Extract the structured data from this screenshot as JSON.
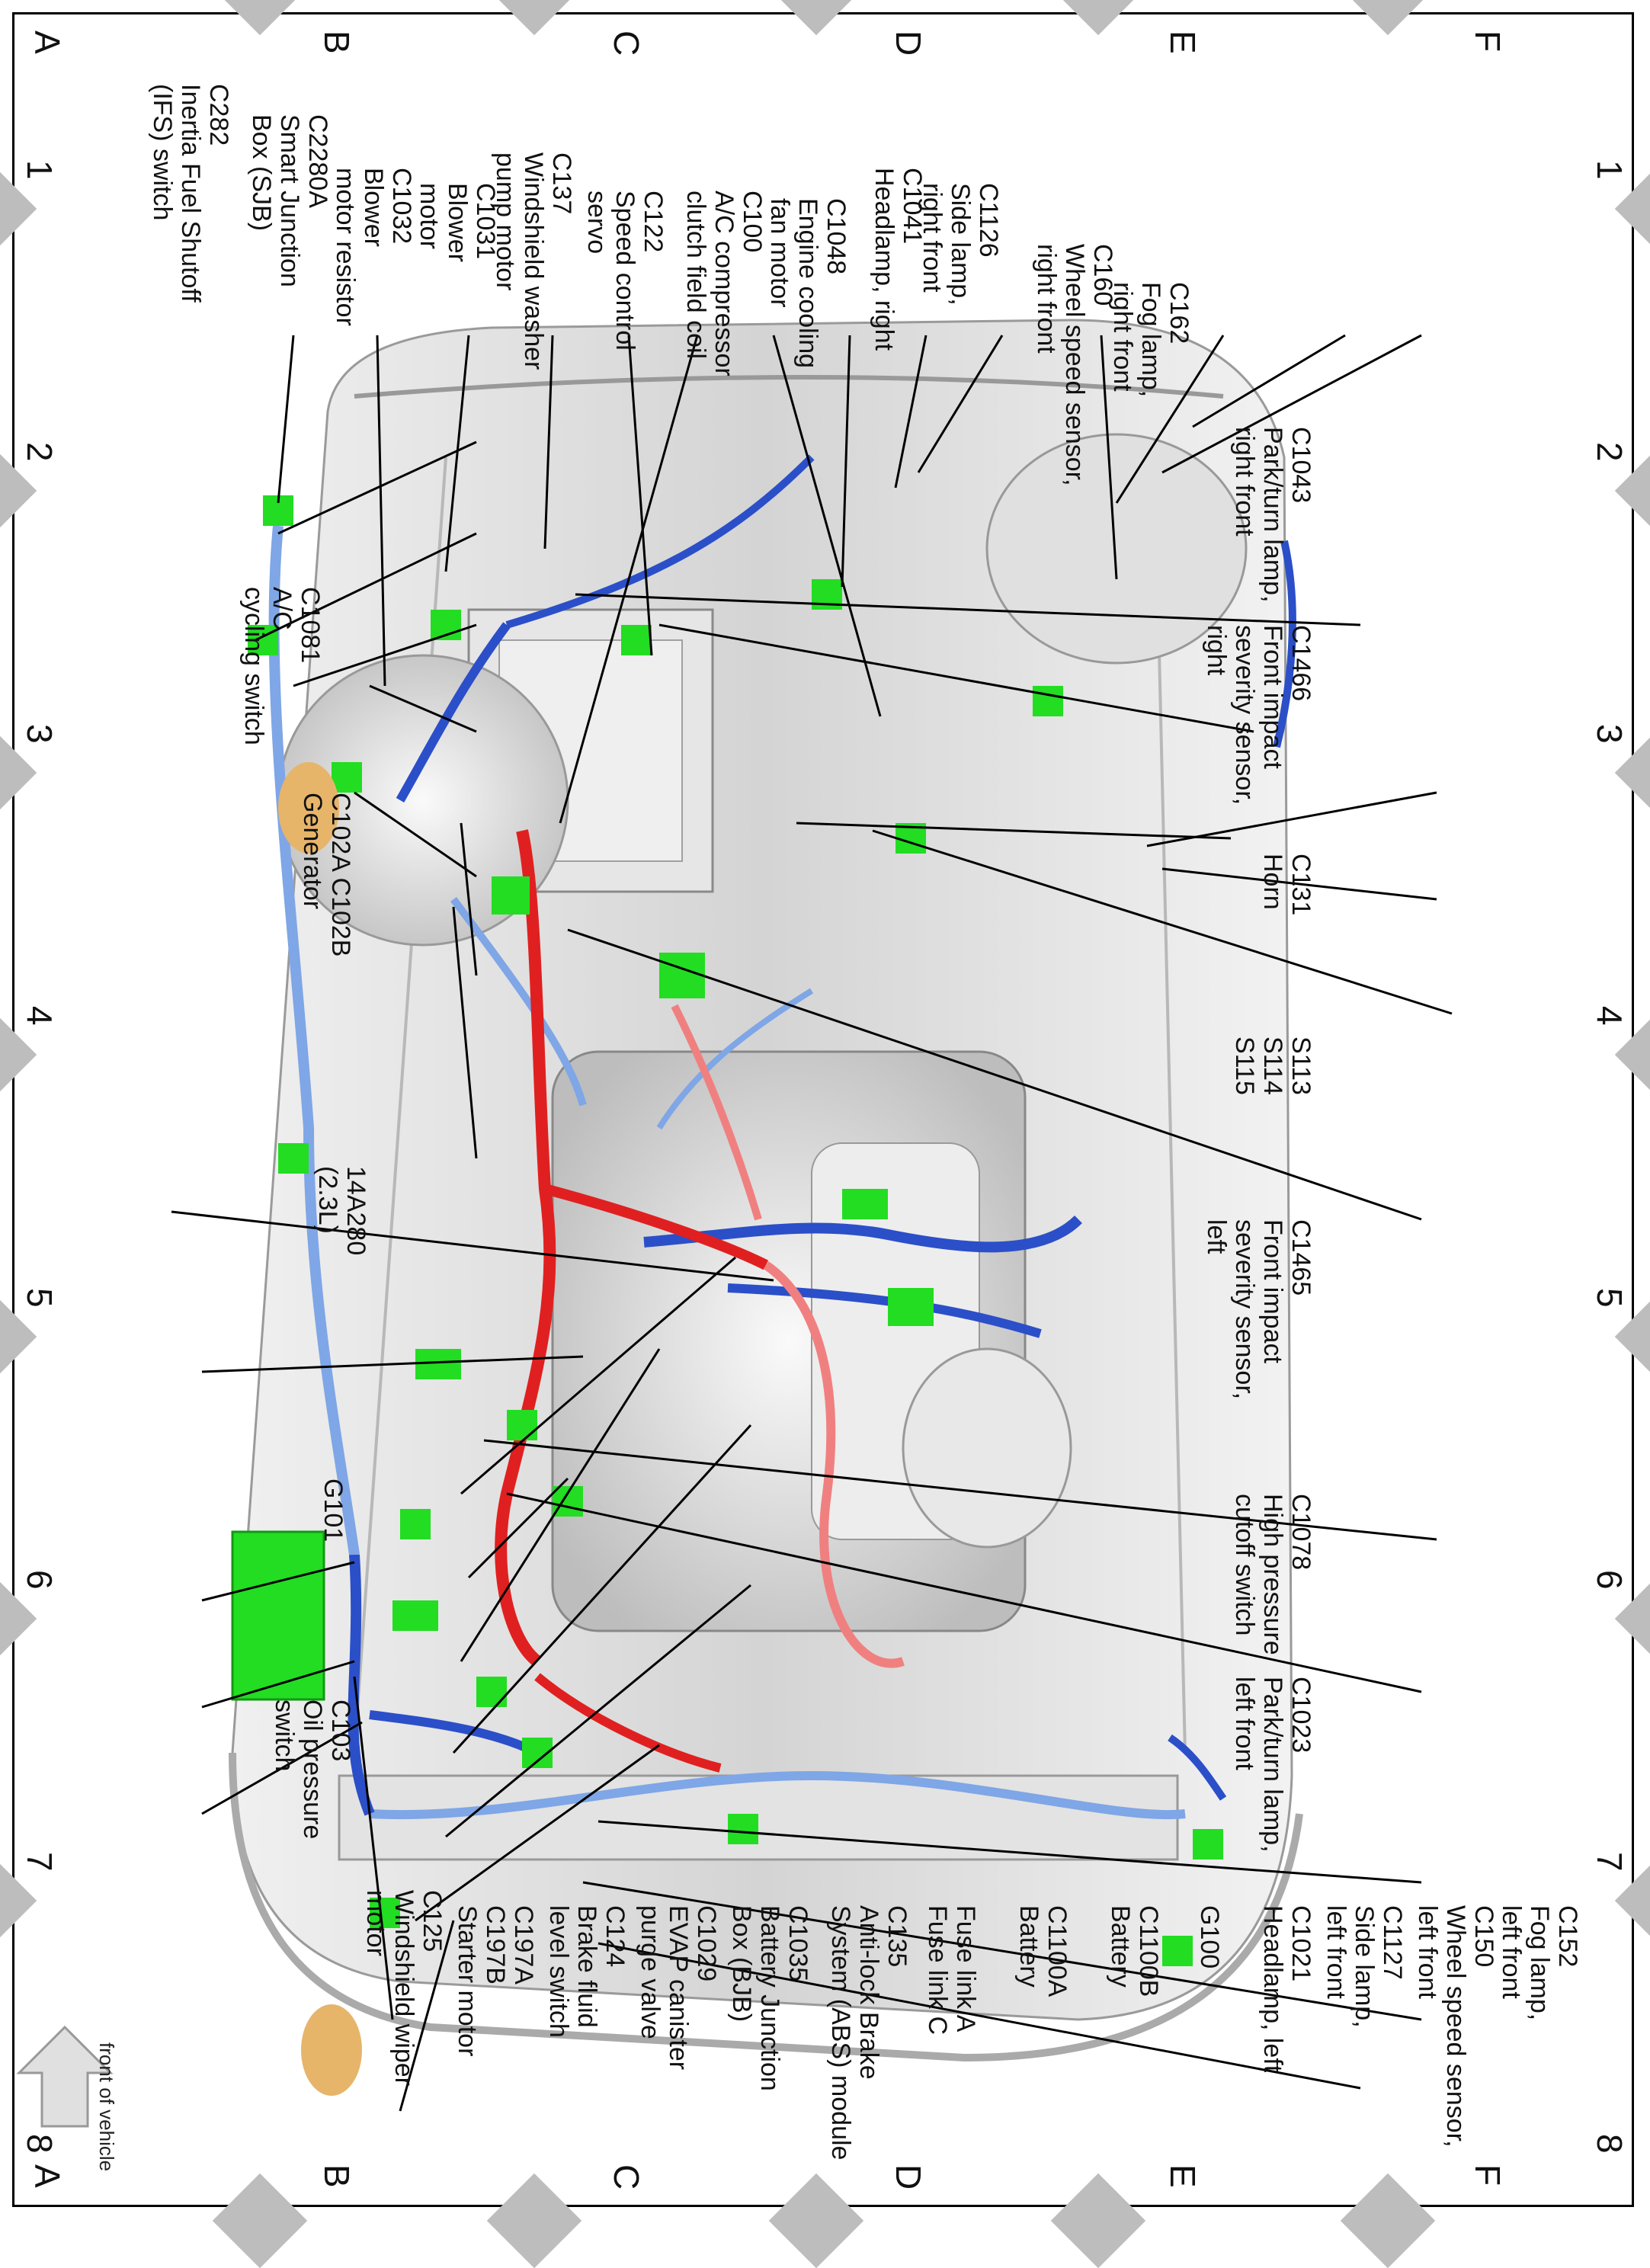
{
  "grid": {
    "columns": [
      "1",
      "2",
      "3",
      "4",
      "5",
      "6",
      "7",
      "8"
    ],
    "rows": [
      "A",
      "B",
      "C",
      "D",
      "E",
      "F"
    ]
  },
  "front_label": "front of vehicle",
  "callouts": {
    "c282": [
      "C282",
      "Inertia Fuel Shutoff",
      "(IFS) switch"
    ],
    "c2280a": [
      "C2280A",
      "Smart Junction",
      "Box (SJB)"
    ],
    "c1032": [
      "C1032",
      "Blower",
      "motor resistor"
    ],
    "c1031": [
      "C1031",
      "Blower",
      "motor"
    ],
    "c137": [
      "C137",
      "Windshield washer",
      "pump motor"
    ],
    "c122": [
      "C122",
      "Speed control",
      "servo"
    ],
    "c100": [
      "C100",
      "A/C compressor",
      "clutch field coil"
    ],
    "c1048": [
      "C1048",
      "Engine cooling",
      "fan motor"
    ],
    "c1041": [
      "C1041",
      "Headlamp, right"
    ],
    "c1126": [
      "C1126",
      "Side lamp,",
      "right front"
    ],
    "c160": [
      "C160",
      "Wheel speed sensor,",
      "right front"
    ],
    "c162": [
      "C162",
      "Fog lamp,",
      "right front"
    ],
    "c1043": [
      "C1043",
      "Park/turn lamp,",
      "right front"
    ],
    "c1466": [
      "C1466",
      "Front impact",
      "severity sensor,",
      "right"
    ],
    "c131": [
      "C131",
      "Horn"
    ],
    "s113": [
      "S113",
      "S114",
      "S115"
    ],
    "c1465": [
      "C1465",
      "Front impact",
      "severity sensor,",
      "left"
    ],
    "c1078": [
      "C1078",
      "High pressure",
      "cutoff switch"
    ],
    "c1023": [
      "C1023",
      "Park/turn lamp,",
      "left front"
    ],
    "c152": [
      "C152",
      "Fog lamp,",
      "left front"
    ],
    "c150": [
      "C150",
      "Wheel speed sensor,",
      "left front"
    ],
    "c1127": [
      "C1127",
      "Side lamp,",
      "left front"
    ],
    "c1021": [
      "C1021",
      "Headlamp, left"
    ],
    "g100": [
      "G100"
    ],
    "c1100b": [
      "C1100B",
      "Battery"
    ],
    "c1100a": [
      "C1100A",
      "Battery"
    ],
    "fuse": [
      "Fuse link A",
      "Fuse link C"
    ],
    "c135": [
      "C135",
      "Anti-lock Brake",
      "System (ABS) module"
    ],
    "c1035": [
      "C1035",
      "Battery Junction",
      "Box (BJB)"
    ],
    "c1029": [
      "C1029",
      "EVAP canister",
      "purge valve"
    ],
    "c124": [
      "C124",
      "Brake fluid",
      "level switch"
    ],
    "c197": [
      "C197A",
      "C197B",
      "Starter motor"
    ],
    "c125": [
      "C125",
      "Windshield wiper",
      "motor"
    ],
    "c103": [
      "C103",
      "Oil pressure",
      "switch"
    ],
    "g101": [
      "G101"
    ],
    "harness": [
      "14A280",
      "(2.3L)"
    ],
    "c102": [
      "C102A  C102B",
      "Generator"
    ],
    "c1081": [
      "C1081",
      "A/C",
      "cycling switch"
    ]
  },
  "colors": {
    "harness_blue": "#2b4fc8",
    "harness_light_blue": "#7fa6e6",
    "harness_red": "#e02020",
    "harness_light_red": "#f08080",
    "connector_green": "#22dd22",
    "body_gray": "#d9d9d9",
    "marker_gray": "#bdbdbd"
  }
}
